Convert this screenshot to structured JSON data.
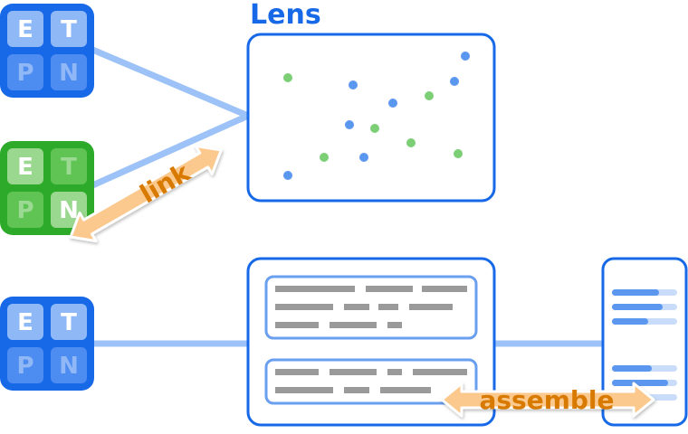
{
  "diagram": {
    "title": "Lens",
    "arrow_labels": {
      "link": "link",
      "assemble": "assemble"
    },
    "tiles": [
      {
        "id": "tile-blue-top",
        "theme": "blue",
        "cells": [
          {
            "letter": "E",
            "active": true
          },
          {
            "letter": "T",
            "active": true
          },
          {
            "letter": "P",
            "active": false
          },
          {
            "letter": "N",
            "active": false
          }
        ]
      },
      {
        "id": "tile-green",
        "theme": "green",
        "cells": [
          {
            "letter": "E",
            "active": true
          },
          {
            "letter": "T",
            "active": false
          },
          {
            "letter": "P",
            "active": false
          },
          {
            "letter": "N",
            "active": true
          }
        ]
      },
      {
        "id": "tile-blue-bottom",
        "theme": "blue",
        "cells": [
          {
            "letter": "E",
            "active": true
          },
          {
            "letter": "T",
            "active": true
          },
          {
            "letter": "P",
            "active": false
          },
          {
            "letter": "N",
            "active": false
          }
        ]
      }
    ],
    "colors": {
      "blue_dark": "#1769e8",
      "blue_light": "#9cc2f7",
      "green_dark": "#2eaa2a",
      "scatter_blue": "#5b97ee",
      "scatter_green": "#7ccf75",
      "arrow_fill": "#fbc98e",
      "label_orange": "#d97a00",
      "text_gray": "#9a9a9a"
    }
  }
}
